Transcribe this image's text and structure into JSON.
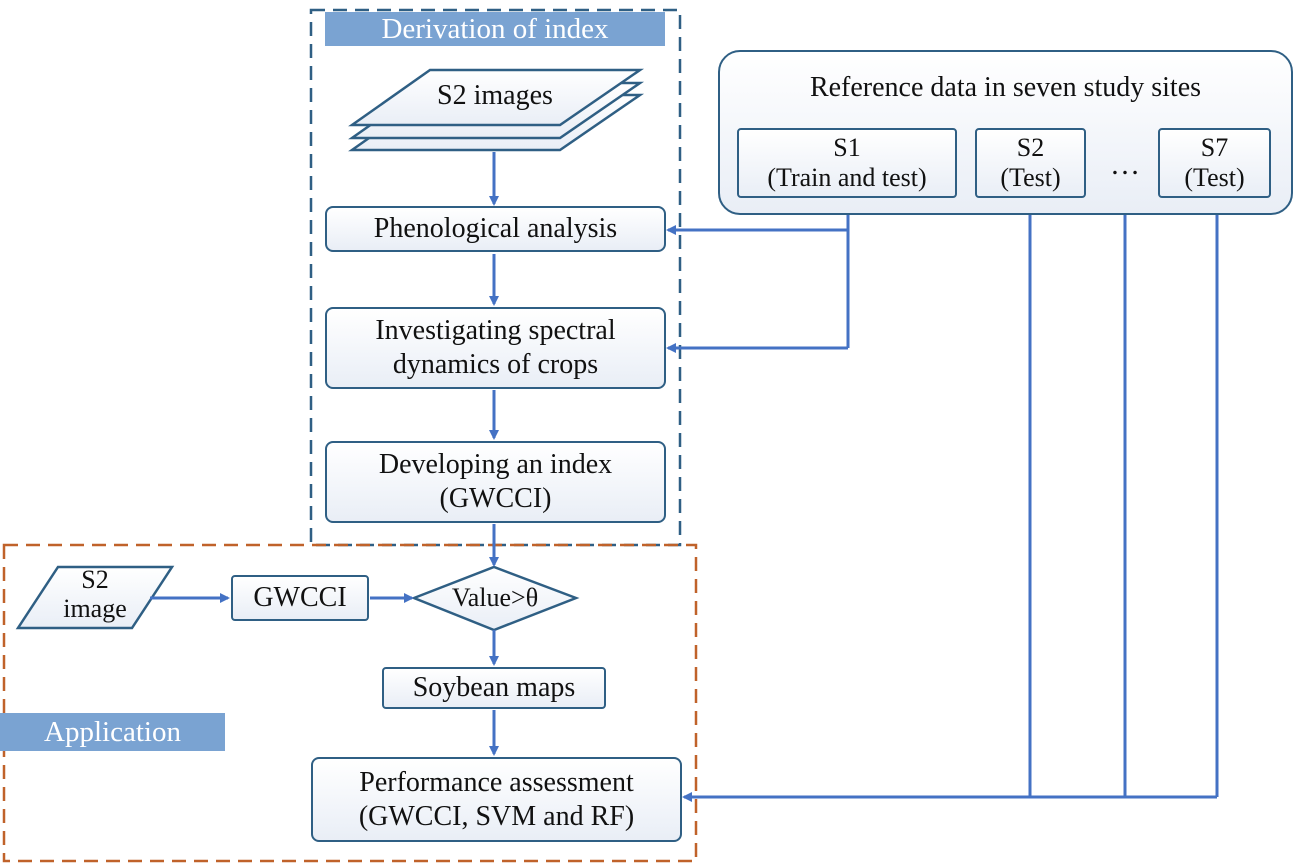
{
  "derivation": {
    "title": "Derivation of index",
    "s2_images": "S2 images",
    "phenological": "Phenological analysis",
    "spectral_line1": "Investigating spectral",
    "spectral_line2": "dynamics of crops",
    "index_line1": "Developing an index",
    "index_line2": "(GWCCI)"
  },
  "reference": {
    "title": "Reference data in seven study sites",
    "sites": [
      {
        "name": "S1",
        "role": "(Train and test)"
      },
      {
        "name": "S2",
        "role": "(Test)"
      },
      {
        "name": "S7",
        "role": "(Test)"
      }
    ],
    "ellipsis": "…"
  },
  "application": {
    "title": "Application",
    "s2_image_line1": "S2",
    "s2_image_line2": "image",
    "gwcci": "GWCCI",
    "decision": "Value>θ",
    "soybean_maps": "Soybean maps",
    "assessment_line1": "Performance assessment",
    "assessment_line2": "(GWCCI, SVM and RF)"
  },
  "colors": {
    "arrow": "#4472c4",
    "box_border": "#2f5f84",
    "derivation_border": "#2f5f84",
    "application_border": "#c0622a",
    "title_fill": "#7aa3d2"
  }
}
